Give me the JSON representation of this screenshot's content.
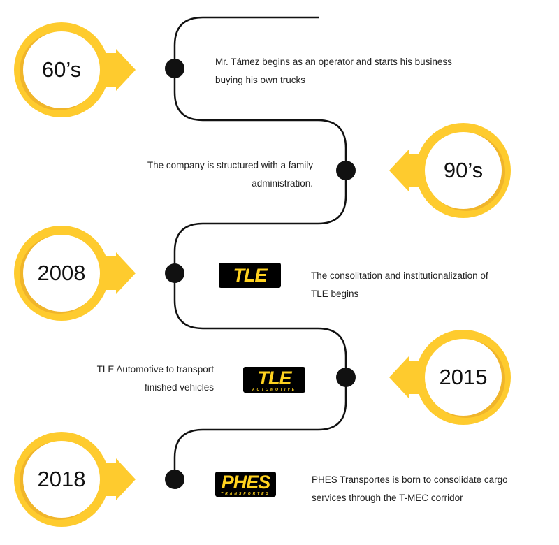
{
  "colors": {
    "accent": "#fecb2e",
    "accent_shadow": "#f0b52a",
    "line": "#111111"
  },
  "milestones": [
    {
      "year": "60’s",
      "text": "Mr. Támez begins as an operator and starts his business buying his own trucks"
    },
    {
      "year": "90’s",
      "text": "The company is structured with a family administration."
    },
    {
      "year": "2008",
      "text": "The consolitation and institutionalization of TLE begins",
      "logo": {
        "main": "TLE"
      }
    },
    {
      "year": "2015",
      "text": "TLE Automotive to transport finished vehicles",
      "logo": {
        "main": "TLE",
        "sub": "AUTOMOTIVE"
      }
    },
    {
      "year": "2018",
      "text": "PHES Transportes is born to consolidate cargo services through the T-MEC corridor",
      "logo": {
        "main": "PHES",
        "sub": "TRANSPORTES"
      }
    }
  ]
}
